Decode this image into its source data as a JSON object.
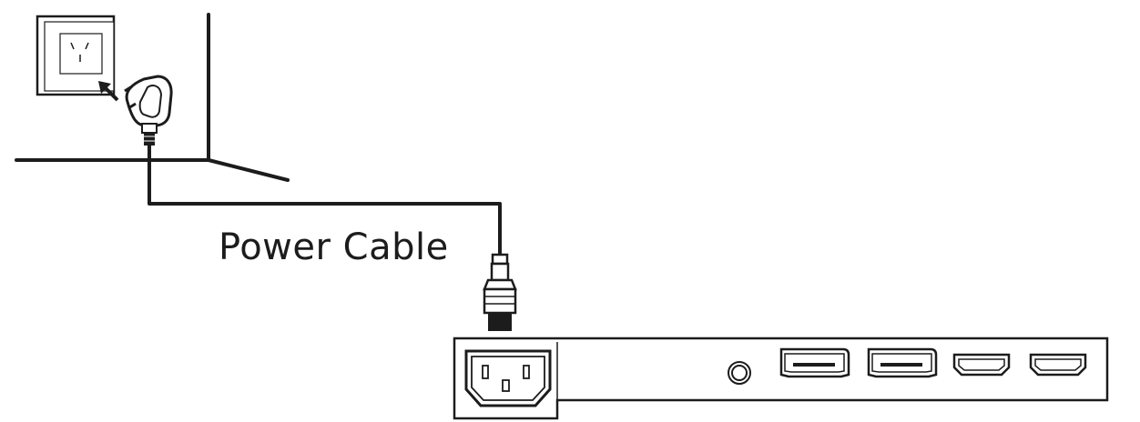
{
  "diagram": {
    "cable_label": "Power Cable",
    "line_color": "#1c1c1c",
    "background": "#ffffff",
    "ports": [
      "ac-power-inlet",
      "audio-jack",
      "displayport",
      "displayport",
      "hdmi",
      "hdmi"
    ]
  }
}
